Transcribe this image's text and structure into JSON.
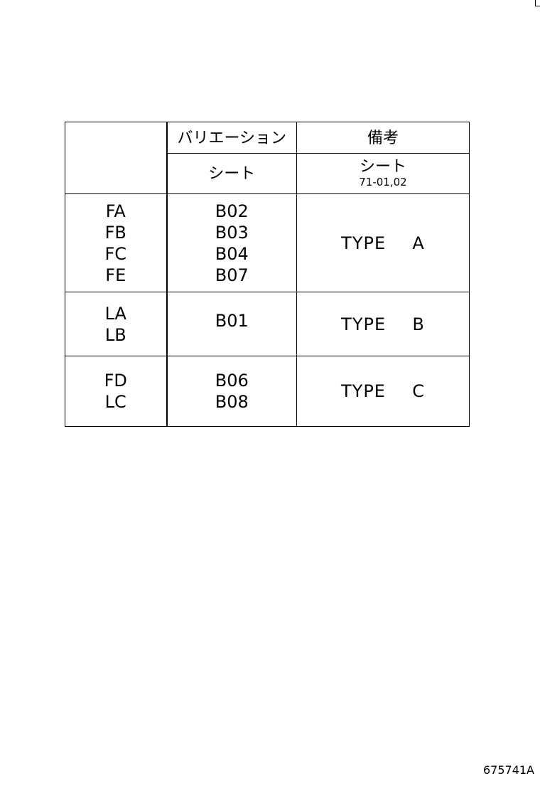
{
  "header": {
    "variation_label": "バリエーション",
    "remarks_label": "備考",
    "seat_label_variation": "シート",
    "seat_label_remarks": "シート",
    "remarks_ref": "71-01,02"
  },
  "rows": [
    {
      "codes": [
        "FA",
        "FB",
        "FC",
        "FE"
      ],
      "seats": [
        "B02",
        "B03",
        "B04",
        "B07"
      ],
      "type": "TYPE  A"
    },
    {
      "codes": [
        "LA",
        "LB"
      ],
      "seats": [
        "B01"
      ],
      "type": "TYPE  B"
    },
    {
      "codes": [
        "FD",
        "LC"
      ],
      "seats": [
        "B06",
        "B08"
      ],
      "type": "TYPE  C"
    }
  ],
  "document_number": "675741A"
}
